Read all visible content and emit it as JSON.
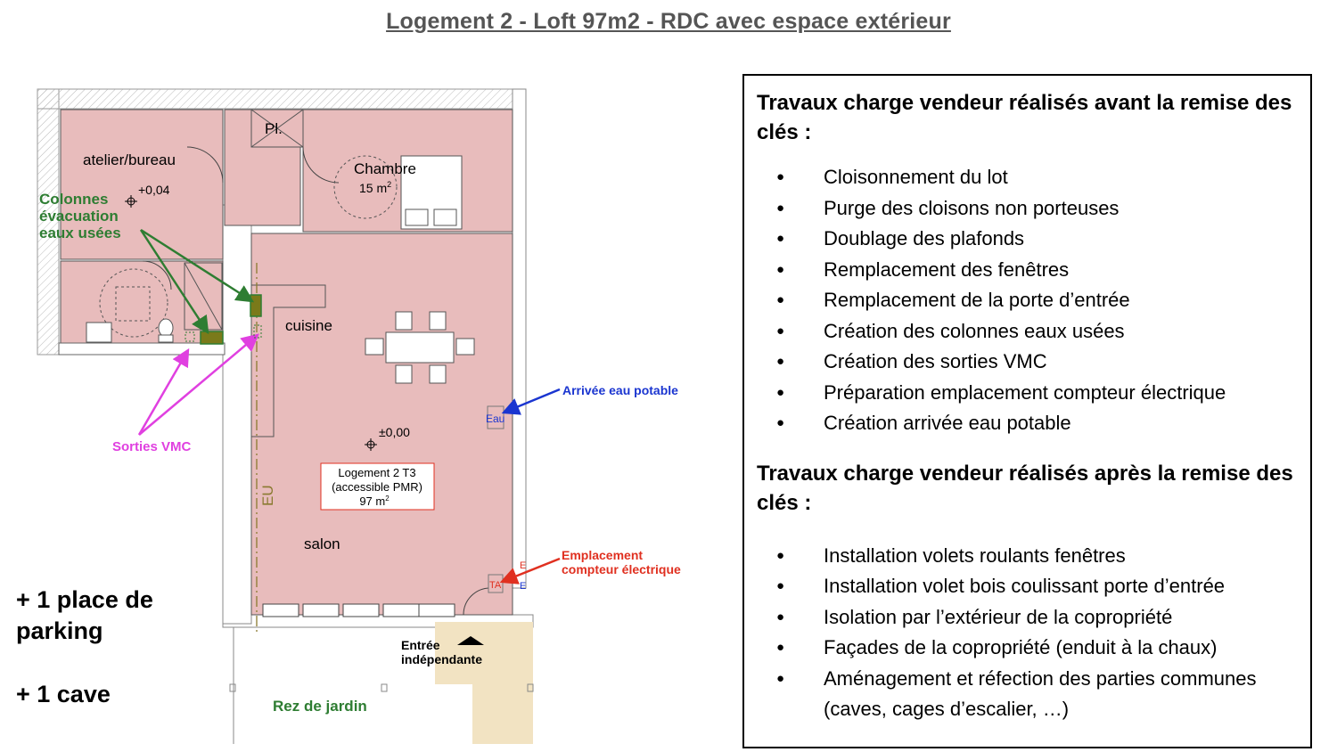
{
  "title": "Logement 2 - Loft 97m2 - RDC avec espace extérieur",
  "plan": {
    "rooms": {
      "atelier": "atelier/bureau",
      "atelier_level": "+0,04",
      "pl": "Pl.",
      "chambre": "Chambre",
      "chambre_area": "15 m",
      "chambre_area_sup": "2",
      "cuisine": "cuisine",
      "salon": "salon",
      "level": "±0,00"
    },
    "unit_label": {
      "line1": "Logement 2 T3",
      "line2": "(accessible PMR)",
      "line3": "97 m",
      "line3_sup": "2"
    },
    "eu": "EU",
    "eau_tag": "Eau",
    "ta_tag": "TA",
    "e_tag": "E",
    "annotations": {
      "colonnes": [
        "Colonnes",
        "évacuation",
        "eaux usées"
      ],
      "vmc": "Sorties VMC",
      "eau_potable": "Arrivée eau potable",
      "compteur": [
        "Emplacement",
        "compteur électrique"
      ],
      "entree": [
        "Entrée",
        "indépendante"
      ],
      "jardin": "Rez de jardin"
    },
    "colors": {
      "floor": "#e8bcbc",
      "green": "#2e7d32",
      "magenta": "#e040e0",
      "blue": "#1a35d0",
      "red": "#e03020",
      "terrace": "#f2e3c2"
    }
  },
  "extras": {
    "parking": [
      "+ 1 place de",
      "parking"
    ],
    "cave": "+ 1 cave"
  },
  "works": {
    "before_title": "Travaux charge vendeur réalisés avant la remise des clés :",
    "before": [
      "Cloisonnement du lot",
      "Purge des cloisons non porteuses",
      "Doublage des plafonds",
      "Remplacement des fenêtres",
      "Remplacement de la porte d’entrée",
      "Création des colonnes eaux usées",
      "Création des sorties VMC",
      "Préparation emplacement compteur électrique",
      "Création arrivée eau potable"
    ],
    "after_title": "Travaux charge vendeur réalisés après la remise des clés :",
    "after": [
      "Installation volets roulants fenêtres",
      "Installation volet bois coulissant porte d’entrée",
      "Isolation par l’extérieur de la copropriété",
      "Façades de la copropriété (enduit à la chaux)",
      "Aménagement et réfection des parties communes (caves, cages d’escalier, …)"
    ]
  }
}
